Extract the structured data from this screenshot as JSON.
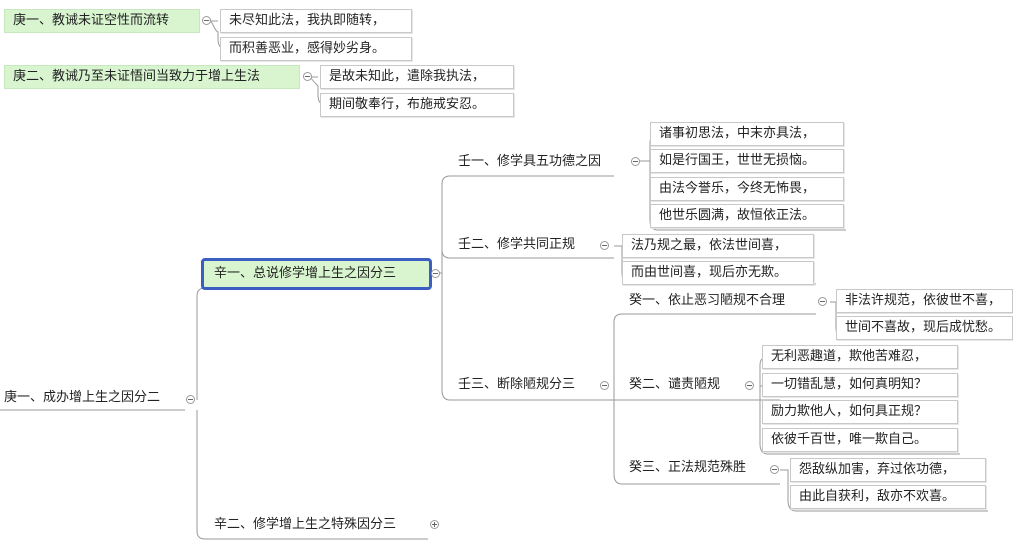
{
  "nodes": {
    "geng1_left": "庚一、教诫未证空性而流转",
    "l1a": "未尽知此法，我执即随转，",
    "l1b": "而积善恶业，感得妙劣身。",
    "geng2_left": "庚二、教诫乃至未证悟间当致力于增上生法",
    "l2a": "是故未知此，遣除我执法，",
    "l2b": "期间敬奉行，布施戒安忍。",
    "root": "庚一、成办增上生之因分二",
    "xin1": "辛一、总说修学增上生之因分三",
    "xin2": "辛二、修学增上生之特殊因分三",
    "ren1": "壬一、修学具五功德之因",
    "r1a": "诸事初思法，中末亦具法，",
    "r1b": "如是行国王，世世无损恼。",
    "r1c": "由法今誉乐，今终无怖畏，",
    "r1d": "他世乐圆满，故恒依正法。",
    "ren2": "壬二、修学共同正规",
    "r2a": "法乃规之最，依法世间喜，",
    "r2b": "而由世间喜，现后亦无欺。",
    "ren3": "壬三、断除陋规分三",
    "gui1": "癸一、依止恶习陋规不合理",
    "g1a": "非法许规范，依彼世不喜，",
    "g1b": "世间不喜故，现后成忧愁。",
    "gui2": "癸二、谴责陋规",
    "g2a": "无利恶趣道，欺他苦难忍，",
    "g2b": "一切错乱慧，如何真明知？",
    "g2c": "励力欺他人，如何具正规？",
    "g2d": "依彼千百世，唯一欺自己。",
    "gui3": "癸三、正法规范殊胜",
    "g3a": "怨敌纵加害，弃过依功德，",
    "g3b": "由此自获利，敌亦不欢喜。"
  },
  "icons": {
    "collapse": "minus-circle-icon",
    "expand": "plus-circle-icon"
  },
  "colors": {
    "highlight_fill": "#d8f5d0",
    "selection_border": "#3a5fc1"
  }
}
